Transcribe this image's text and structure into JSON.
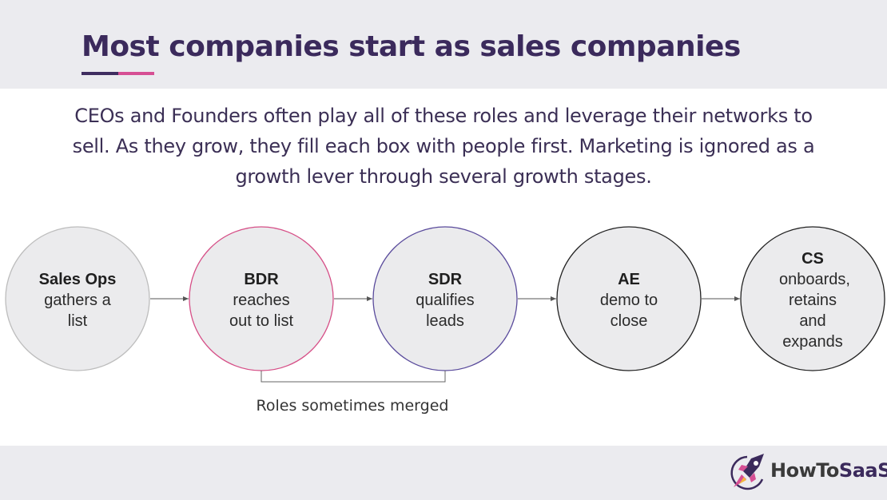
{
  "slide": {
    "title": "Most companies start as sales companies",
    "intro": "CEOs and Founders often play all of these roles and leverage their networks to sell. As they grow, they fill each box with people first. Marketing is ignored as a growth lever through several growth stages."
  },
  "flow": {
    "nodes": [
      {
        "role": "Sales Ops",
        "desc": "gathers a list",
        "border": "#bdbdbd"
      },
      {
        "role": "BDR",
        "desc": "reaches out to list",
        "border": "#d64f87"
      },
      {
        "role": "SDR",
        "desc": "qualifies leads",
        "border": "#5a4b9c"
      },
      {
        "role": "AE",
        "desc": "demo to close",
        "border": "#222222"
      },
      {
        "role": "CS",
        "desc": "onboards, retains and expands",
        "border": "#222222"
      }
    ],
    "merge_note": "Roles sometimes merged"
  },
  "brand": {
    "name_part_a": "HowTo",
    "name_part_b": "SaaS",
    "icon": "rocket-logo-icon"
  },
  "colors": {
    "title": "#3b2a5c",
    "accent_purple": "#3f2d60",
    "accent_pink": "#d64f94",
    "band": "#ebebef",
    "node_fill": "#ebebed"
  }
}
